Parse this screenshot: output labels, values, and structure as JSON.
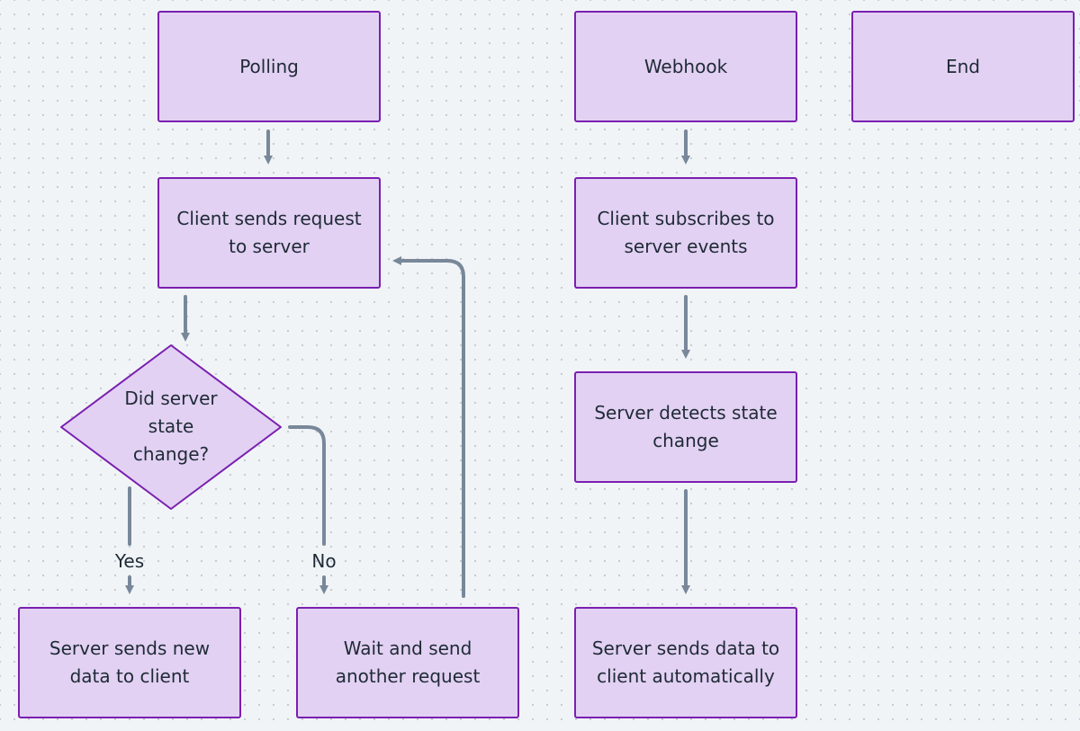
{
  "nodes": {
    "polling": "Polling",
    "webhook": "Webhook",
    "end": "End",
    "client_sends_request": "Client sends request to server",
    "client_subscribes": "Client subscribes to server events",
    "did_state_change": "Did server state change?",
    "server_detects_change": "Server detects state change",
    "server_sends_new_data": "Server sends new data to client",
    "wait_and_send": "Wait and send another request",
    "server_sends_automatically": "Server sends data to client automatically"
  },
  "edge_labels": {
    "yes": "Yes",
    "no": "No"
  },
  "colors": {
    "node_fill": "#e2d1f3",
    "node_border": "#7a1fb0",
    "connector": "#78889a",
    "canvas": "#f1f4f7"
  }
}
